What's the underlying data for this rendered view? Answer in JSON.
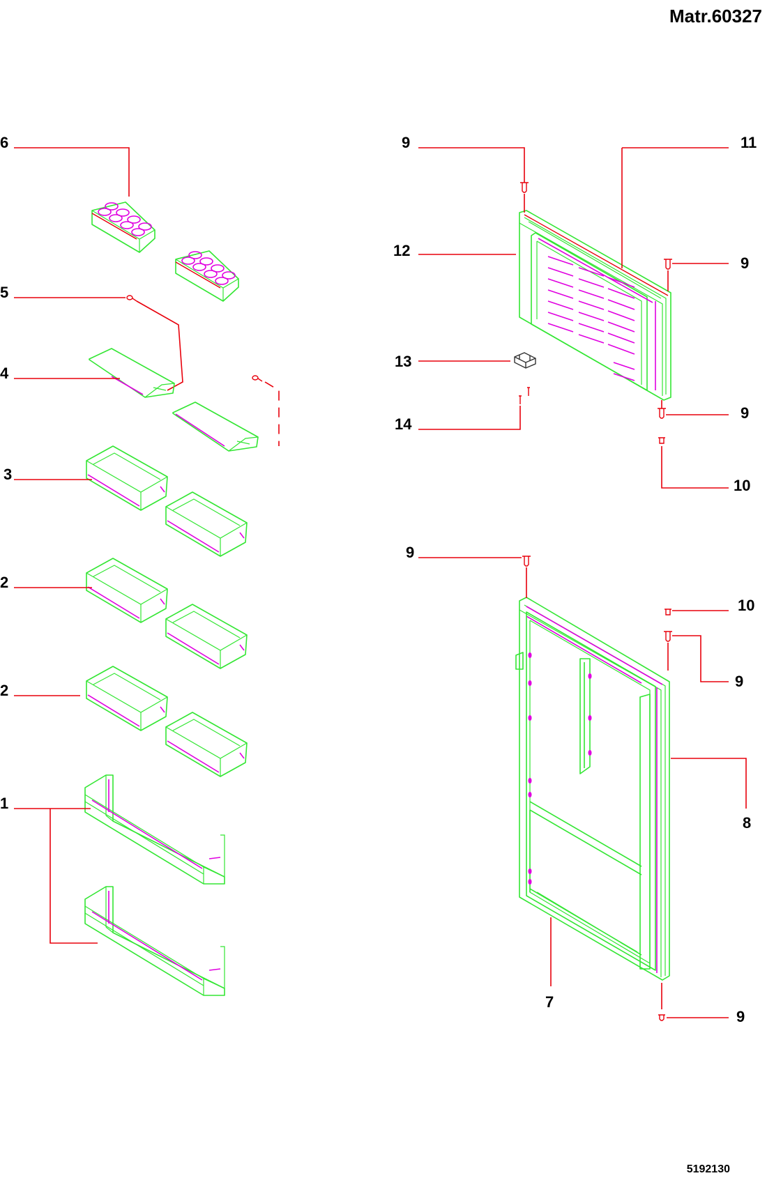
{
  "header": {
    "material_number": "Matr.60327"
  },
  "footer": {
    "drawing_code": "5192130"
  },
  "callouts": {
    "egg_tray": "6",
    "clip_shelf": "5",
    "hinged_cover": "4",
    "small_bin_a": "3",
    "small_bin_b": "2",
    "small_bin_c": "2",
    "bottle_shelf": "1",
    "fz_screw_top": "9",
    "fz_gasket": "11",
    "fz_door": "12",
    "fz_screw_right": "9",
    "fz_hinge": "13",
    "fz_hinge_screw": "14",
    "fz_screw_bottom": "9",
    "fz_pin_bottom": "10",
    "fr_screw_top_left": "9",
    "fr_pin_top": "10",
    "fr_screw_top_right": "9",
    "fr_gasket": "8",
    "fr_door_liner": "7",
    "fr_screw_bottom": "9"
  },
  "colors": {
    "part_outline": "#33e633",
    "part_accent": "#e000e0",
    "leader_line": "#e8000b",
    "text": "#000000"
  }
}
